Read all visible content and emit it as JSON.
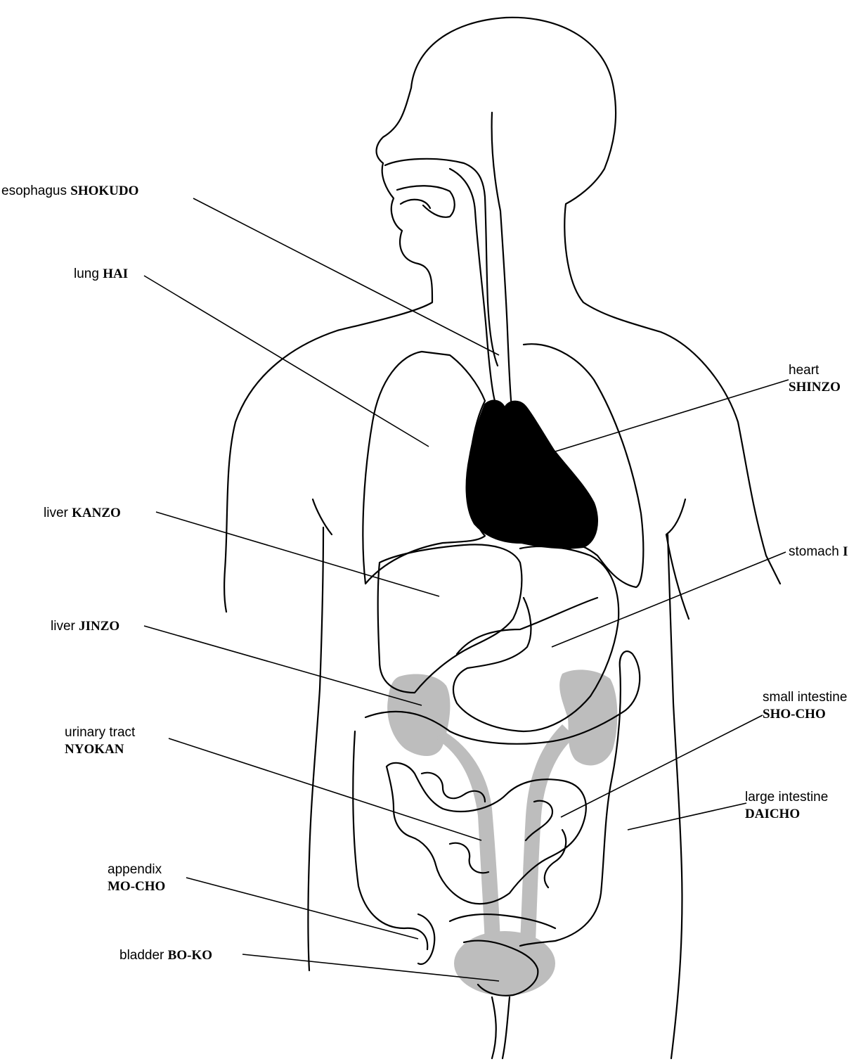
{
  "labels": {
    "esophagus": {
      "common": "esophagus",
      "term": "SHOKUDO"
    },
    "lung": {
      "common": "lung",
      "term": "HAI"
    },
    "heart": {
      "common": "heart",
      "term": "SHINZO"
    },
    "liver_kanzo": {
      "common": "liver",
      "term": "KANZO"
    },
    "stomach": {
      "common": "stomach",
      "term": "I"
    },
    "liver_jinzo": {
      "common": "liver",
      "term": "JINZO"
    },
    "small_intestine": {
      "common": "small intestine",
      "term": "SHO-CHO"
    },
    "urinary_tract": {
      "common": "urinary tract",
      "term": "NYOKAN"
    },
    "large_intestine": {
      "common": "large intestine",
      "term": "DAICHO"
    },
    "appendix": {
      "common": "appendix",
      "term": "MO-CHO"
    },
    "bladder": {
      "common": "bladder",
      "term": "BO-KO"
    }
  },
  "colors": {
    "outline": "#000000",
    "heart_fill": "#000000",
    "shaded_organs": "#bdbdbd",
    "background": "#ffffff"
  }
}
